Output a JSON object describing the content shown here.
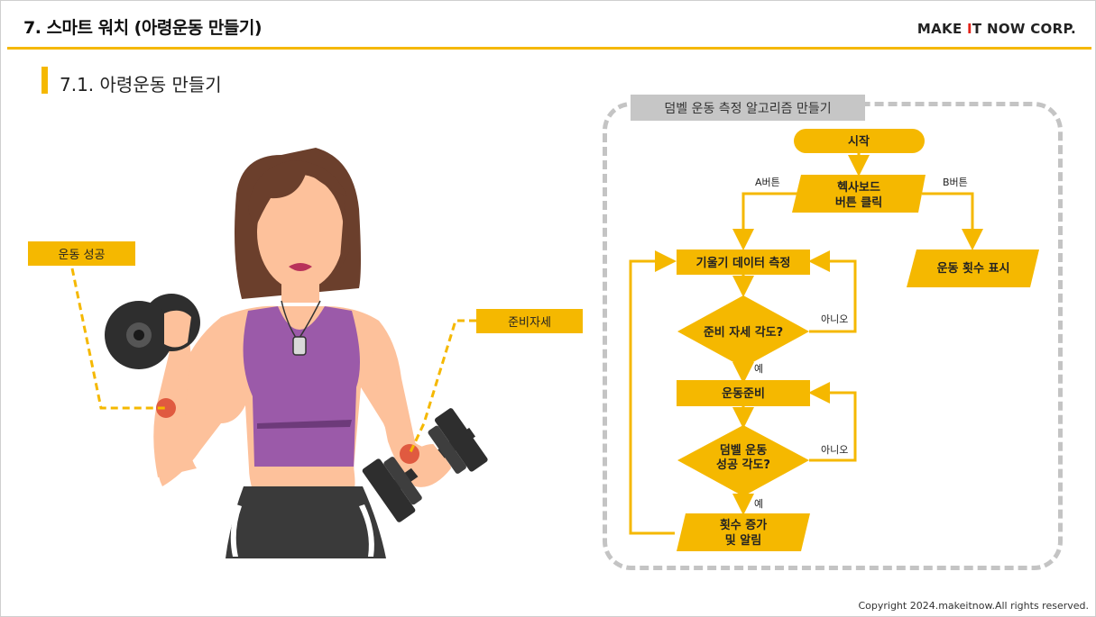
{
  "header": {
    "title": "7. 스마트 워치 (아령운동 만들기)",
    "brand_pre": "MAKE ",
    "brand_hl": "I",
    "brand_post": "T NOW CORP.",
    "brand_accent": "#e2231a"
  },
  "section": {
    "title": "7.1. 아령운동 만들기"
  },
  "illustration": {
    "callouts": {
      "success": "운동 성공",
      "ready": "준비자세"
    },
    "icons": [
      "woman-figure-icon",
      "dumbbell-icon",
      "sensor-dot-icon",
      "dog-tag-icon"
    ]
  },
  "flowchart": {
    "title": "덤벨 운동 측정 알고리즘 만들기",
    "nodes": {
      "start": "시작",
      "hexboard_1": "헥사보드",
      "hexboard_2": "버튼 클릭",
      "tilt": "기울기 데이터 측정",
      "count_display": "운동 횟수 표시",
      "ready_angle": "준비 자세 각도?",
      "ready_ex": "운동준비",
      "success_1": "덤벨 운동",
      "success_2": "성공 각도?",
      "inc_1": "횟수 증가",
      "inc_2": "및 알림"
    },
    "labels": {
      "a_button": "A버튼",
      "b_button": "B버튼",
      "no_1": "아니오",
      "yes_1": "예",
      "no_2": "아니오",
      "yes_2": "예"
    }
  },
  "colors": {
    "accent": "#f5b800",
    "panel_border": "#c4c4c4",
    "title_bg": "#c6c6c6"
  },
  "footer": {
    "copyright": "Copyright 2024.makeitnow.All rights reserved."
  }
}
